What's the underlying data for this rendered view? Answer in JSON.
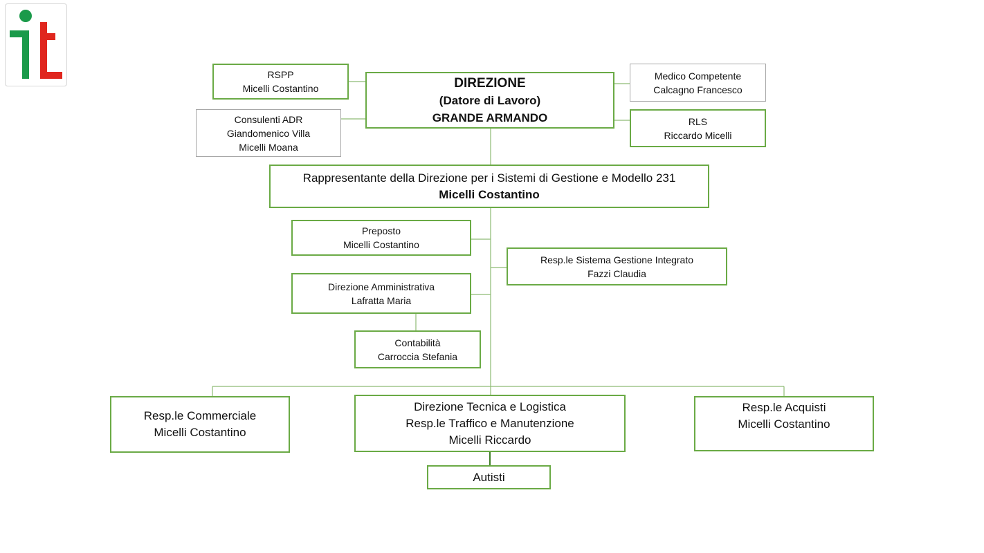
{
  "logo": {
    "text": "it",
    "colors": {
      "green": "#1a9a4a",
      "red": "#e0261e"
    }
  },
  "colors": {
    "green_border": "#6aaa45",
    "gray_border": "#a6a6a6",
    "line": "#8dbb73"
  },
  "direzione": {
    "title": "DIREZIONE",
    "subtitle": "(Datore di Lavoro)",
    "name": "GRANDE ARMANDO"
  },
  "rspp": {
    "role": "RSPP",
    "name": "Micelli Costantino"
  },
  "consulenti": {
    "role": "Consulenti ADR",
    "names": [
      "Giandomenico Villa",
      "Micelli Moana"
    ]
  },
  "medico": {
    "role": "Medico Competente",
    "name": "Calcagno Francesco"
  },
  "rls": {
    "role": "RLS",
    "name": "Riccardo Micelli"
  },
  "rappresentante": {
    "role": "Rappresentante della Direzione per i Sistemi di Gestione e Modello 231",
    "name": "Micelli Costantino"
  },
  "preposto": {
    "role": "Preposto",
    "name": "Micelli Costantino"
  },
  "sgi": {
    "role": "Resp.le Sistema Gestione Integrato",
    "name": "Fazzi Claudia"
  },
  "amministrativa": {
    "role": "Direzione Amministrativa",
    "name": "Lafratta Maria"
  },
  "contabilita": {
    "role": "Contabilità",
    "name": "Carroccia Stefania"
  },
  "commerciale": {
    "role": "Resp.le Commerciale",
    "name": "Micelli Costantino"
  },
  "tecnica": {
    "role": "Direzione Tecnica e Logistica",
    "role2": "Resp.le Traffico e Manutenzione",
    "name": "Micelli Riccardo"
  },
  "acquisti": {
    "role": "Resp.le Acquisti",
    "name": "Micelli Costantino"
  },
  "autisti": {
    "role": "Autisti"
  }
}
